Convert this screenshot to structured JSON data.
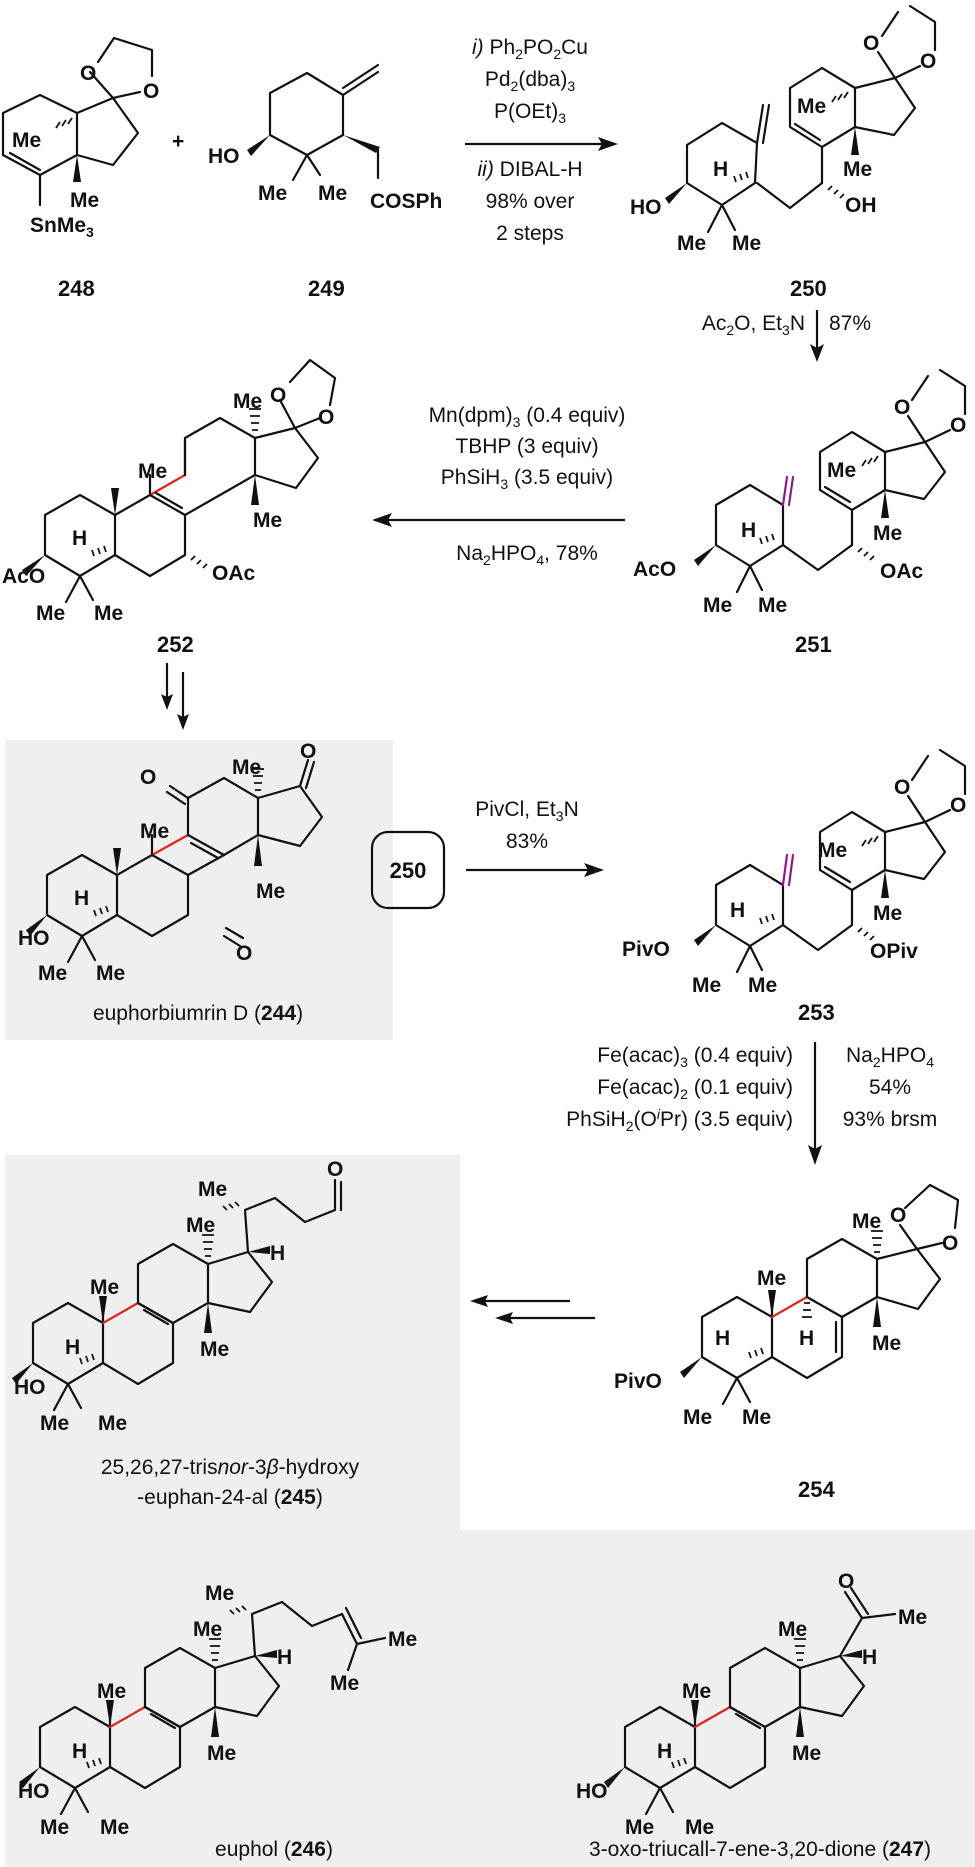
{
  "figure": {
    "title": "Synthesis of euphane/tirucallane triterpenoids via HAT-initiated radical cyclization",
    "accent_colors": {
      "new_bond": "#e0231b",
      "reacting_alkene": "#8b1a8b",
      "highlight_box": "#efefef"
    }
  },
  "compounds": {
    "c248": {
      "label": "248",
      "substituents": [
        "Me",
        "Me",
        "SnMe3",
        "O",
        "O"
      ]
    },
    "c249": {
      "label": "249",
      "substituents": [
        "HO",
        "Me",
        "Me",
        "COSPh"
      ]
    },
    "c250": {
      "label": "250",
      "substituents": [
        "HO",
        "H",
        "Me",
        "Me",
        "OH",
        "Me",
        "Me",
        "O",
        "O"
      ]
    },
    "c251": {
      "label": "251",
      "substituents": [
        "AcO",
        "H",
        "Me",
        "Me",
        "OAc",
        "Me",
        "Me",
        "O",
        "O"
      ]
    },
    "c252": {
      "label": "252",
      "substituents": [
        "AcO",
        "H",
        "Me",
        "Me",
        "Me",
        "Me",
        "Me",
        "OAc",
        "O",
        "O"
      ]
    },
    "c244": {
      "label": "244",
      "name": "euphorbiumrin D",
      "substituents": [
        "HO",
        "H",
        "Me",
        "Me",
        "Me",
        "Me",
        "Me",
        "O",
        "O",
        "O"
      ]
    },
    "c250_ref": {
      "label": "250"
    },
    "c253": {
      "label": "253",
      "substituents": [
        "PivO",
        "H",
        "Me",
        "Me",
        "OPiv",
        "Me",
        "Me",
        "O",
        "O"
      ]
    },
    "c254": {
      "label": "254",
      "substituents": [
        "PivO",
        "H",
        "H",
        "Me",
        "Me",
        "Me",
        "Me",
        "Me",
        "O",
        "O"
      ]
    },
    "c245": {
      "label": "245",
      "name_line1_pre": "25,26,27-tris",
      "name_line1_italic": "nor",
      "name_line1_mid": "-3",
      "name_line1_beta": "β",
      "name_line1_post": "-hydroxy",
      "name_line2": "-euphan-24-al",
      "substituents": [
        "HO",
        "H",
        "Me",
        "Me",
        "Me",
        "Me",
        "Me",
        "Me",
        "H",
        "O"
      ]
    },
    "c246": {
      "label": "246",
      "name": "euphol",
      "substituents": [
        "HO",
        "H",
        "Me",
        "Me",
        "Me",
        "Me",
        "Me",
        "Me",
        "H",
        "Me",
        "Me"
      ]
    },
    "c247": {
      "label": "247",
      "name": "3-oxo-triucall-7-ene-3,20-dione",
      "substituents": [
        "HO",
        "H",
        "Me",
        "Me",
        "Me",
        "Me",
        "Me",
        "H",
        "O",
        "Me"
      ]
    }
  },
  "reactions": {
    "step1": {
      "plus": "+",
      "line1_roman": "i)",
      "line1": "Ph2PO2Cu",
      "line2": "Pd2(dba)3",
      "line3": "P(OEt)3",
      "line4_roman": "ii)",
      "line4": "DIBAL-H",
      "line5": "98% over",
      "line6": "2 steps"
    },
    "step2": {
      "reagents": "Ac2O, Et3N",
      "yield": "87%"
    },
    "step3": {
      "line1": "Mn(dpm)3 (0.4 equiv)",
      "line2": "TBHP (3 equiv)",
      "line3": "PhSiH3 (3.5 equiv)",
      "line4": "Na2HPO4, 78%"
    },
    "step4": {
      "type": "multistep"
    },
    "step5": {
      "line1": "PivCl, Et3N",
      "line2": "83%"
    },
    "step6": {
      "left1": "Fe(acac)3 (0.4 equiv)",
      "left2": "Fe(acac)2 (0.1 equiv)",
      "left3": "PhSiH2(OiPr) (3.5 equiv)",
      "right1": "Na2HPO4",
      "right2": "54%",
      "right3": "93% brsm"
    },
    "step7": {
      "type": "multistep"
    }
  }
}
